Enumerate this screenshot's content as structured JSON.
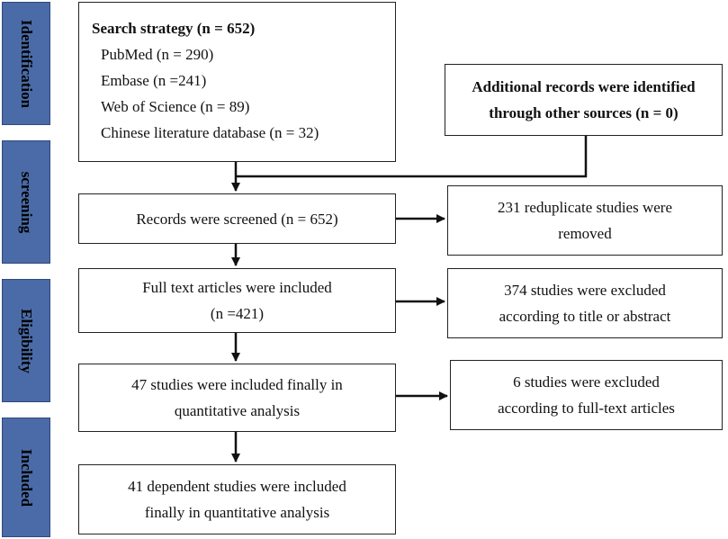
{
  "phases": {
    "identification": "Identification",
    "screening": "screening",
    "eligibility": "Eligibility",
    "included": "Included"
  },
  "search": {
    "title": "Search strategy (n = 652)",
    "pubmed": "PubMed (n = 290)",
    "embase": "Embase (n =241)",
    "wos": "Web of Science (n = 89)",
    "chinese": "Chinese literature database (n = 32)"
  },
  "additional": {
    "line1": "Additional records were identified",
    "line2": "through other sources (n = 0)"
  },
  "screened": {
    "text": "Records were screened (n = 652)"
  },
  "duplicates": {
    "line1": "231 reduplicate studies were",
    "line2": "removed"
  },
  "fulltext": {
    "line1": "Full text articles were included",
    "line2": "(n =421)"
  },
  "excluded_title": {
    "line1": "374 studies were excluded",
    "line2": "according to title or abstract"
  },
  "included_quant": {
    "line1": "47 studies were included finally in",
    "line2": "quantitative analysis"
  },
  "excluded_fulltext": {
    "line1": "6 studies were excluded",
    "line2": "according to full-text articles"
  },
  "final": {
    "line1": "41 dependent studies were included",
    "line2": "finally in quantitative analysis"
  }
}
